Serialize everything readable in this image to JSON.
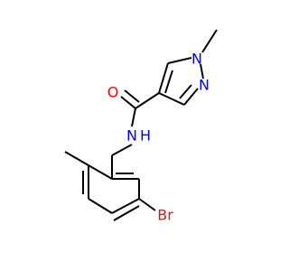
{
  "molecule": {
    "atoms": {
      "oxygen": "O",
      "amide_nitrogen": "N",
      "amide_hydrogen": "H",
      "pyrazole_n1": "N",
      "pyrazole_n2": "N",
      "bromine": "Br"
    }
  },
  "colors": {
    "bond": "#000000",
    "oxygen": "#ff0000",
    "nitrogen": "#0000ff",
    "bromine": "#a52a2a",
    "background": "#ffffff"
  }
}
